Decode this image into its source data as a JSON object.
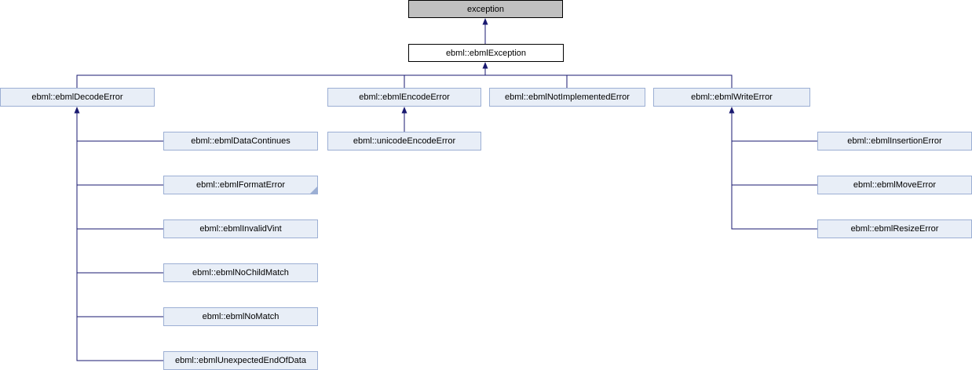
{
  "diagram": {
    "kind": "class-inheritance-graph",
    "nodes": {
      "exception": {
        "label": "exception",
        "style": "external-root"
      },
      "ebml_exception": {
        "label": "ebml::ebmlException",
        "style": "current-class"
      },
      "decode_error": {
        "label": "ebml::ebmlDecodeError",
        "style": "class"
      },
      "encode_error": {
        "label": "ebml::ebmlEncodeError",
        "style": "class"
      },
      "not_implemented_error": {
        "label": "ebml::ebmlNotImplementedError",
        "style": "class"
      },
      "write_error": {
        "label": "ebml::ebmlWriteError",
        "style": "class"
      },
      "data_continues": {
        "label": "ebml::ebmlDataContinues",
        "style": "class"
      },
      "format_error": {
        "label": "ebml::ebmlFormatError",
        "style": "class",
        "has_truncation_fold": true
      },
      "invalid_vint": {
        "label": "ebml::ebmlInvalidVint",
        "style": "class"
      },
      "no_child_match": {
        "label": "ebml::ebmlNoChildMatch",
        "style": "class"
      },
      "no_match": {
        "label": "ebml::ebmlNoMatch",
        "style": "class"
      },
      "unexpected_end_of_data": {
        "label": "ebml::ebmlUnexpectedEndOfData",
        "style": "class"
      },
      "unicode_encode_error": {
        "label": "ebml::unicodeEncodeError",
        "style": "class"
      },
      "insertion_error": {
        "label": "ebml::ebmlInsertionError",
        "style": "class"
      },
      "move_error": {
        "label": "ebml::ebmlMoveError",
        "style": "class"
      },
      "resize_error": {
        "label": "ebml::ebmlResizeError",
        "style": "class"
      }
    },
    "edges": [
      {
        "from": "ebml_exception",
        "to": "exception"
      },
      {
        "from": "decode_error",
        "to": "ebml_exception"
      },
      {
        "from": "encode_error",
        "to": "ebml_exception"
      },
      {
        "from": "not_implemented_error",
        "to": "ebml_exception"
      },
      {
        "from": "write_error",
        "to": "ebml_exception"
      },
      {
        "from": "data_continues",
        "to": "decode_error"
      },
      {
        "from": "format_error",
        "to": "decode_error"
      },
      {
        "from": "invalid_vint",
        "to": "decode_error"
      },
      {
        "from": "no_child_match",
        "to": "decode_error"
      },
      {
        "from": "no_match",
        "to": "decode_error"
      },
      {
        "from": "unexpected_end_of_data",
        "to": "decode_error"
      },
      {
        "from": "unicode_encode_error",
        "to": "encode_error"
      },
      {
        "from": "insertion_error",
        "to": "write_error"
      },
      {
        "from": "move_error",
        "to": "write_error"
      },
      {
        "from": "resize_error",
        "to": "write_error"
      }
    ],
    "colors": {
      "edge": "#191970",
      "node_fill": "#e8eef7",
      "node_border": "#9cafd4",
      "root_fill": "#c0c0c0",
      "root_border": "#000000",
      "current_fill": "#ffffff",
      "current_border": "#000000",
      "background": "#ffffff",
      "text": "#000000"
    }
  }
}
